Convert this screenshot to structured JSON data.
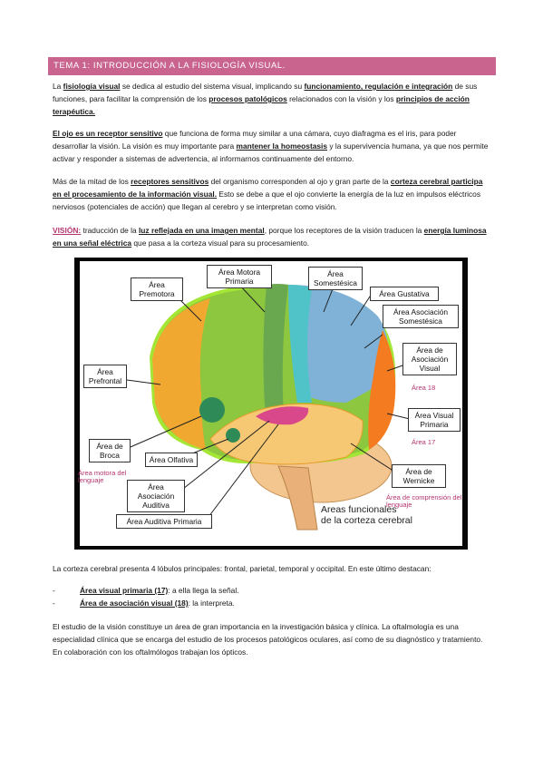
{
  "header": {
    "title": "TEMA 1: INTRODUCCIÓN A LA FISIOLOGÍA VISUAL."
  },
  "p1": {
    "a": "La ",
    "b": "fisiología visual",
    "c": " se dedica al estudio del sistema visual, implicando su ",
    "d": "funcionamiento, regulación e integración",
    "e": " de sus funciones, para facilitar la comprensión de los ",
    "f": "procesos patológicos",
    "g": " relacionados con la visión y los ",
    "h": "principios de acción terapéutica."
  },
  "p2": {
    "a": "El ojo es un receptor sensitivo",
    "b": " que funciona de forma muy similar a una cámara, cuyo diafragma es el iris, para poder desarrollar la visión. La visión es muy importante para ",
    "c": "mantener la homeostasis",
    "d": " y la supervivencia humana, ya que nos permite activar y responder a sistemas de advertencia, al informarnos continuamente del entorno."
  },
  "p3": {
    "a": "Más de la mitad de los ",
    "b": "receptores sensitivos",
    "c": " del organismo corresponden al ojo y gran parte de la ",
    "d": "corteza cerebral participa en el procesamiento de la información visual.",
    "e": " Esto se debe a que el ojo convierte la energía de la luz en impulsos eléctricos nerviosos (potenciales de acción) que llegan al cerebro y se interpretan como visión."
  },
  "p4": {
    "a": "VISIÓN:",
    "b": " traducción de la ",
    "c": "luz reflejada en una imagen mental",
    "d": ", porque los receptores de la visión traducen la ",
    "e": "energía luminosa en una señal eléctrica",
    "f": " que pasa a la corteza visual para su procesamiento."
  },
  "figure": {
    "labels": {
      "motora": "Área Motora Primaria",
      "premotora": "Área Premotora",
      "somestesica": "Área Somestésica",
      "gustativa": "Área Gustativa",
      "asoc_somest": "Área Asociación Somestésica",
      "asoc_visual": "Área de Asociación Visual",
      "visual_prim": "Área Visual Primaria",
      "prefrontal": "Área Prefrontal",
      "broca": "Área de Broca",
      "olfativa": "Área Olfativa",
      "asoc_auditiva": "Área Asociación Auditiva",
      "auditiva_prim": "Área Auditiva Primaria",
      "wernicke": "Área de Wernicke"
    },
    "caption_line1": "Areas funcionales",
    "caption_line2": "de la corteza cerebral",
    "annotations": {
      "a18": "Área 18",
      "a17": "Área 17",
      "motora_lenguaje": "Área motora del lenguaje",
      "comprension": "Área de comprensión del lenguaje"
    },
    "colors": {
      "frontal_green": "#8dc63f",
      "prefrontal_orange": "#f0a830",
      "parietal_blue": "#7fb2d6",
      "occipital_orange": "#f47b20",
      "temporal_yellow": "#f7c873",
      "outline": "#a3e635"
    }
  },
  "p5": "La corteza cerebral presenta 4 lóbulos principales: frontal, parietal, temporal y occipital. En este último destacan:",
  "list": [
    {
      "dash": "-",
      "term": "Área visual primaria (17)",
      "rest": ": a ella llega la señal."
    },
    {
      "dash": "-",
      "term": "Área de asociación visual (18)",
      "rest": ": la interpreta."
    }
  ],
  "p6": "El estudio de la visión constituye un área de gran importancia en la investigación básica y clínica. La oftalmología es una especialidad clínica que se encarga del estudio de los procesos patológicos oculares, así como de su diagnóstico y tratamiento. En colaboración con los oftalmólogos trabajan los ópticos."
}
